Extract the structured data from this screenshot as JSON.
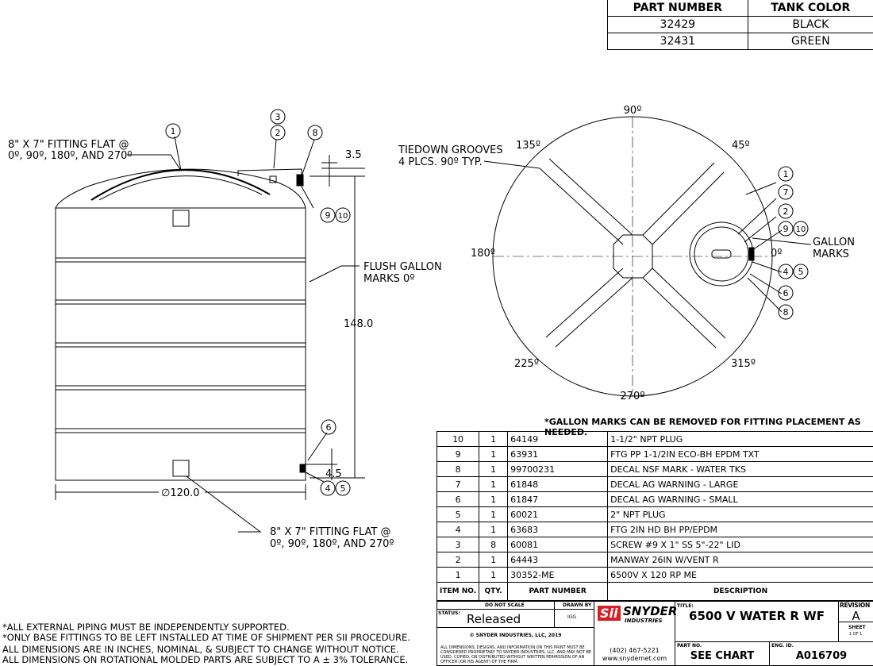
{
  "part_table": {
    "headers": [
      "PART NUMBER",
      "TANK COLOR"
    ],
    "rows": [
      [
        "32429",
        "BLACK"
      ],
      [
        "32431",
        "GREEN"
      ]
    ]
  },
  "side_view": {
    "top_fitting_note": "8\" X 7\" FITTING FLAT @",
    "top_fitting_note2": "0º, 90º, 180º, AND 270º",
    "bottom_fitting_note": "8\" X 7\" FITTING FLAT @",
    "bottom_fitting_note2": "0º, 90º, 180º, AND 270º",
    "flush_note": "FLUSH GALLON",
    "flush_note2": "MARKS 0º",
    "dim_height": "148.0",
    "dim_top": "3.5",
    "dim_bottom": "4.5",
    "dim_diameter": "∅120.0",
    "balloons": [
      "1",
      "3",
      "2",
      "8",
      "9",
      "10",
      "6",
      "4",
      "5"
    ]
  },
  "top_view": {
    "angles": [
      "90º",
      "45º",
      "135º",
      "180º",
      "0º",
      "225º",
      "270º",
      "315º"
    ],
    "tiedown_note": "TIEDOWN GROOVES",
    "tiedown_note2": "4 PLCS. 90º TYP.",
    "gallon_note": "GALLON",
    "gallon_note2": "MARKS",
    "balloons": [
      "1",
      "7",
      "2",
      "9",
      "10",
      "4",
      "5",
      "6",
      "8"
    ]
  },
  "gallon_marks_note": "*GALLON MARKS CAN BE REMOVED FOR FITTING PLACEMENT AS NEEDED.",
  "bom": {
    "headers": {
      "item": "ITEM NO.",
      "qty": "QTY.",
      "part": "PART NUMBER",
      "desc": "DESCRIPTION"
    },
    "rows": [
      [
        "10",
        "1",
        "64149",
        "1-1/2\" NPT PLUG"
      ],
      [
        "9",
        "1",
        "63931",
        "FTG PP 1-1/2IN ECO-BH EPDM TXT"
      ],
      [
        "8",
        "1",
        "99700231",
        "DECAL NSF MARK - WATER TKS"
      ],
      [
        "7",
        "1",
        "61848",
        "DECAL AG WARNING - LARGE"
      ],
      [
        "6",
        "1",
        "61847",
        "DECAL AG WARNING - SMALL"
      ],
      [
        "5",
        "1",
        "60021",
        "2\" NPT PLUG"
      ],
      [
        "4",
        "1",
        "63683",
        "FTG 2IN HD BH PP/EPDM"
      ],
      [
        "3",
        "8",
        "60081",
        "SCREW #9 X 1\" SS 5\"-22\" LID"
      ],
      [
        "2",
        "1",
        "64443",
        "MANWAY 26IN W/VENT R"
      ],
      [
        "1",
        "1",
        "30352-ME",
        "6500V X 120 RP ME"
      ]
    ]
  },
  "title_block": {
    "do_not_scale": "DO NOT SCALE",
    "drawn_by_label": "DRAWN BY",
    "drawn_by": "IGG",
    "status_label": "STATUS:",
    "status": "Released",
    "copyright": "© SNYDER INDUSTRIES, LLC, 2019",
    "disclaimer": "ALL DIMENSIONS, DESIGNS, AND INFORMATION ON THIS PRINT MUST BE CONSIDERED PROPRIETARY TO SNYDER INDUSTRIES, LLC, AND MAY NOT BE USED, COPIED, OR DISTRIBUTED WITHOUT WRITTEN PERMISSION OF AN OFFICER (OR HIS AGENT) OF THE FIRM.",
    "logo_sii": "Sii",
    "logo_snyder": "SNYDER",
    "logo_industries": "INDUSTRIES",
    "phone": "(402) 467-5221",
    "website": "www.snydernet.com",
    "title_label": "TITLE:",
    "title": "6500 V WATER R WF",
    "revision_label": "REVISION",
    "revision": "A",
    "sheet_label": "SHEET",
    "sheet": "1 OF 1",
    "part_no_label": "PART NO.",
    "part_no": "SEE CHART",
    "eng_id_label": "ENG. ID.",
    "eng_id": "A016709"
  },
  "notes": [
    "*ALL EXTERNAL PIPING MUST BE INDEPENDENTLY SUPPORTED.",
    "*ONLY BASE FITTINGS TO BE LEFT INSTALLED AT TIME OF SHIPMENT PER SII PROCEDURE.",
    "ALL DIMENSIONS ARE IN INCHES, NOMINAL, & SUBJECT TO CHANGE WITHOUT NOTICE.",
    "ALL DIMENSIONS ON ROTATIONAL MOLDED PARTS ARE SUBJECT TO A ± 3% TOLERANCE."
  ]
}
